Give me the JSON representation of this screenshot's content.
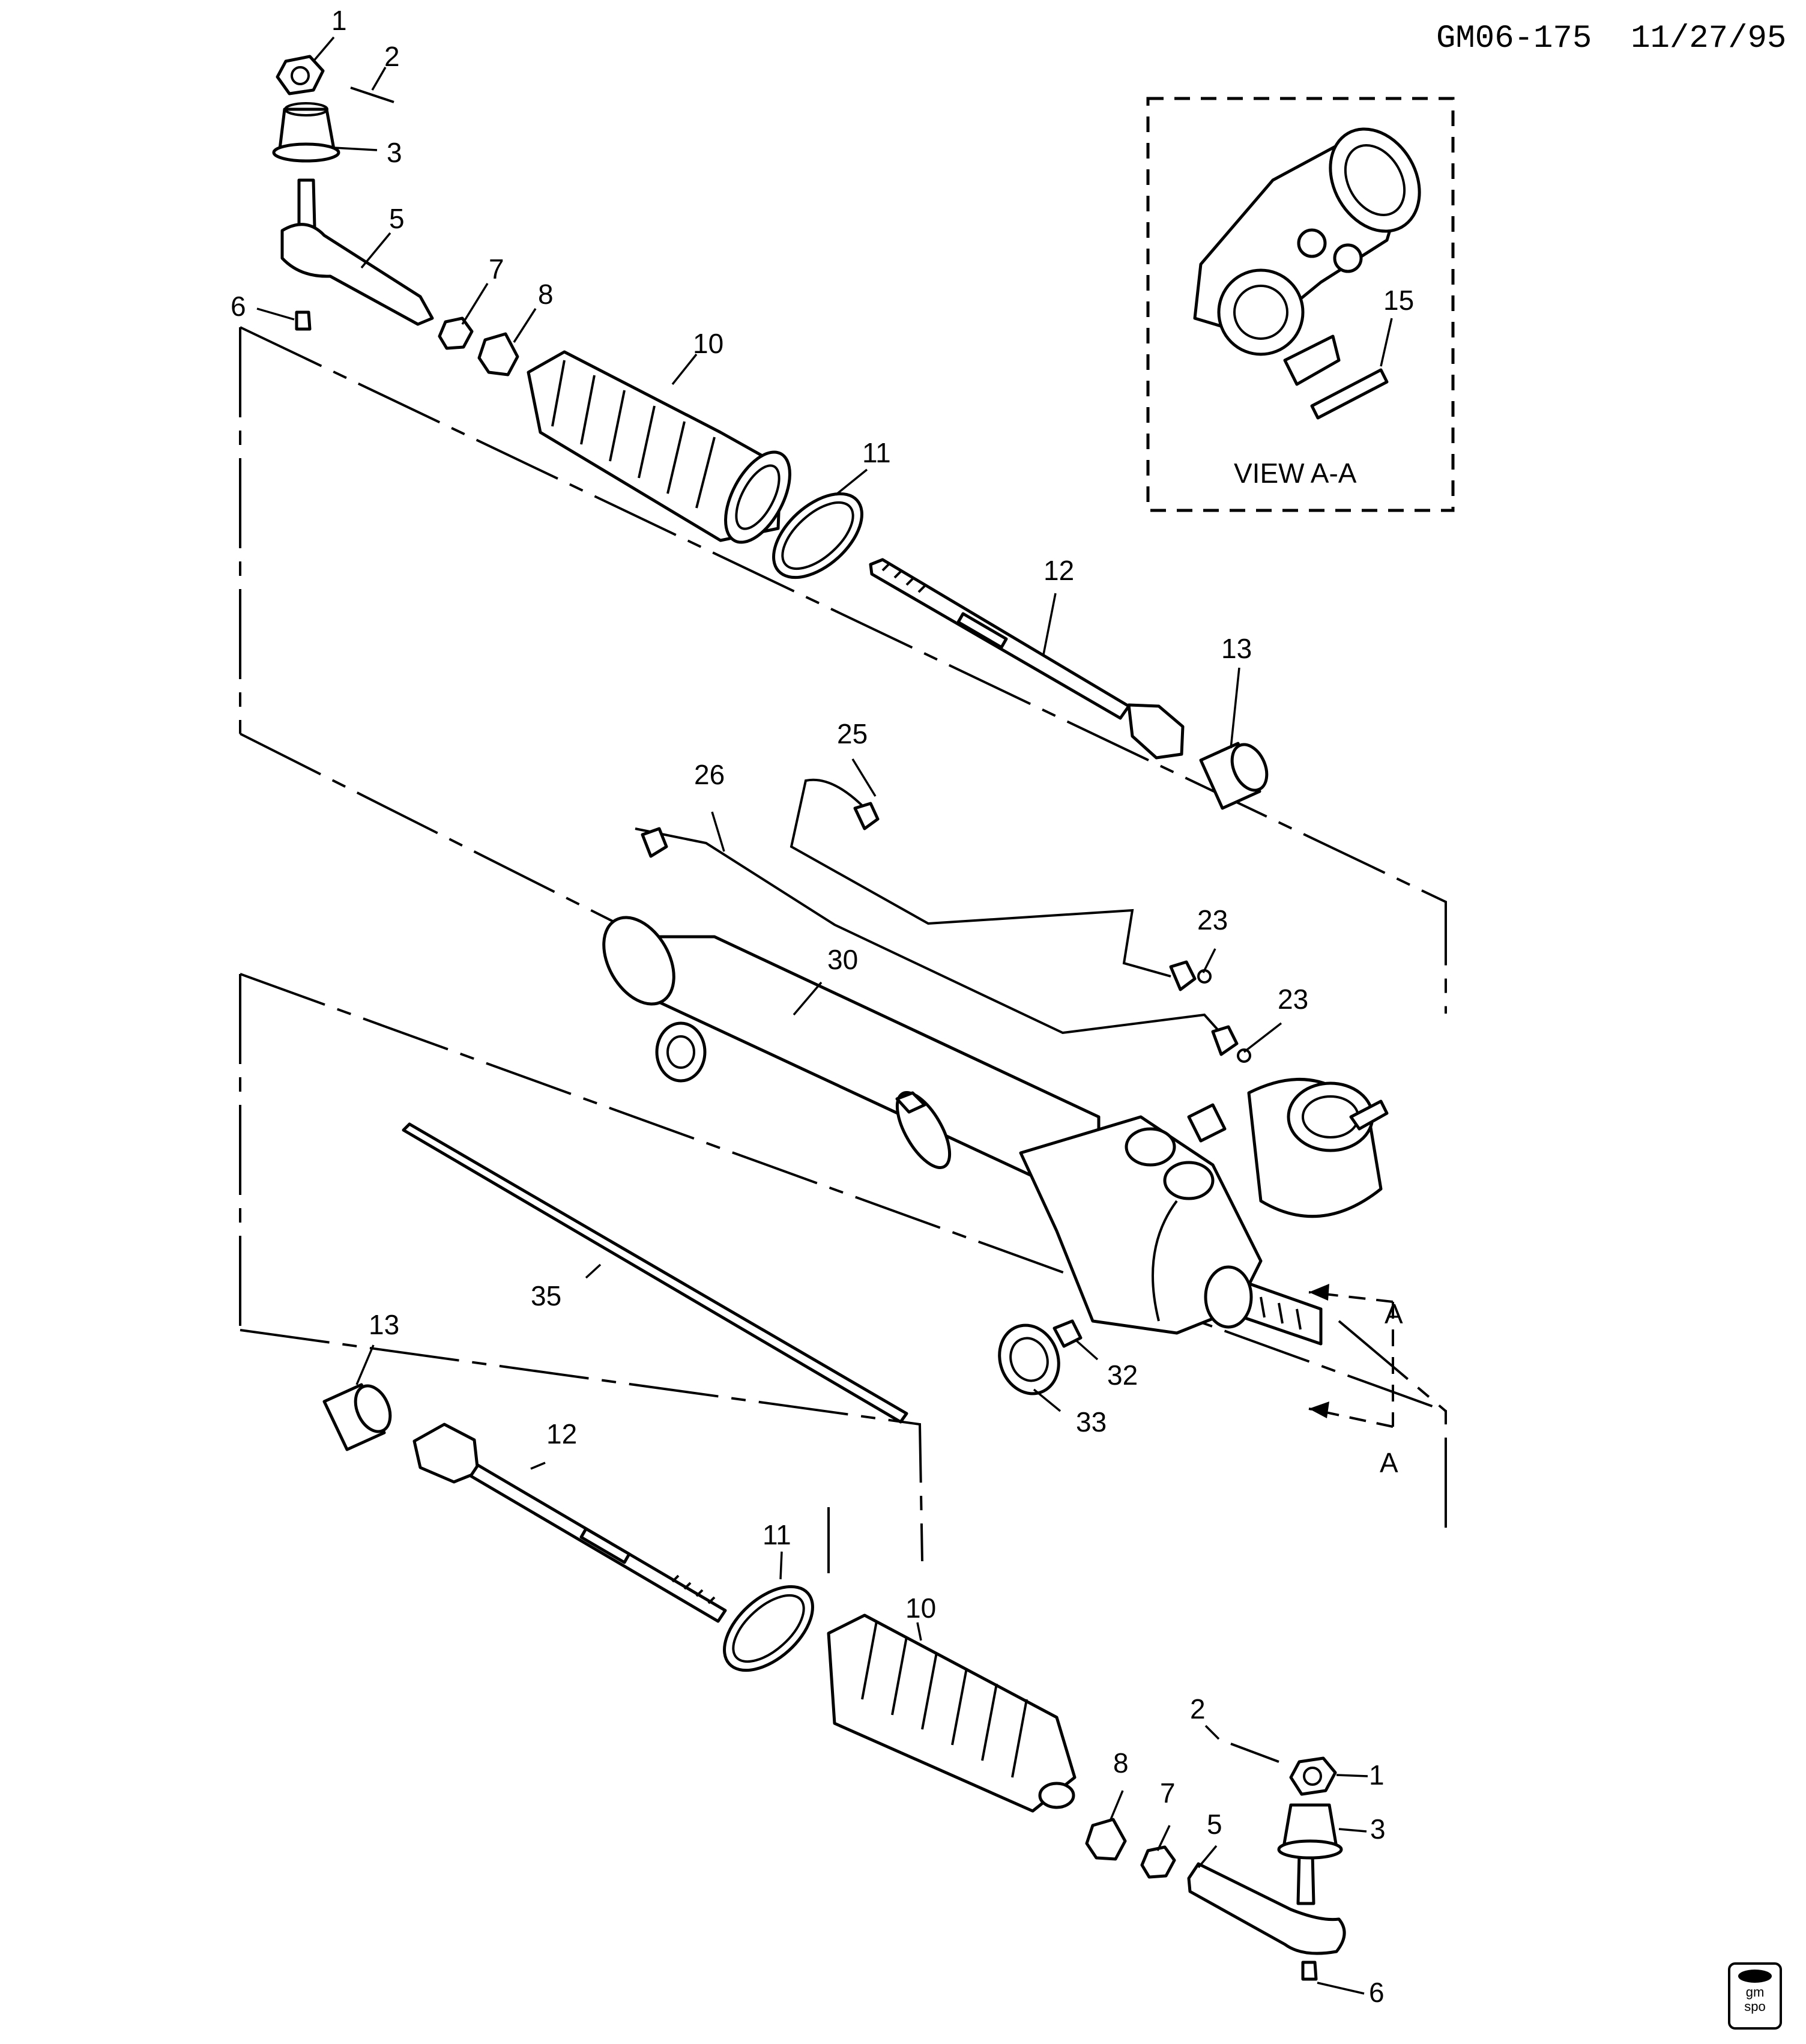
{
  "header": {
    "drawing_id": "GM06-175",
    "date": "11/27/95"
  },
  "view_box_label": "VIEW A-A",
  "section_marks": [
    "A",
    "A"
  ],
  "logo": {
    "lines": [
      "gm",
      "spo"
    ]
  },
  "callouts": {
    "c1_top": "1",
    "c2_top": "2",
    "c3_top": "3",
    "c5_top": "5",
    "c6_top": "6",
    "c7_top": "7",
    "c8_top": "8",
    "c10_top": "10",
    "c11_top": "11",
    "c12_top": "12",
    "c13_top": "13",
    "c15": "15",
    "c25": "25",
    "c26": "26",
    "c23_a": "23",
    "c23_b": "23",
    "c30": "30",
    "c35": "35",
    "c32": "32",
    "c33": "33",
    "c13_bot": "13",
    "c12_bot": "12",
    "c11_bot": "11",
    "c10_bot": "10",
    "c8_bot": "8",
    "c7_bot": "7",
    "c5_bot": "5",
    "c2_bot": "2",
    "c1_bot": "1",
    "c3_bot": "3",
    "c6_bot": "6"
  },
  "icons": [
    "gm-spo-logo"
  ]
}
